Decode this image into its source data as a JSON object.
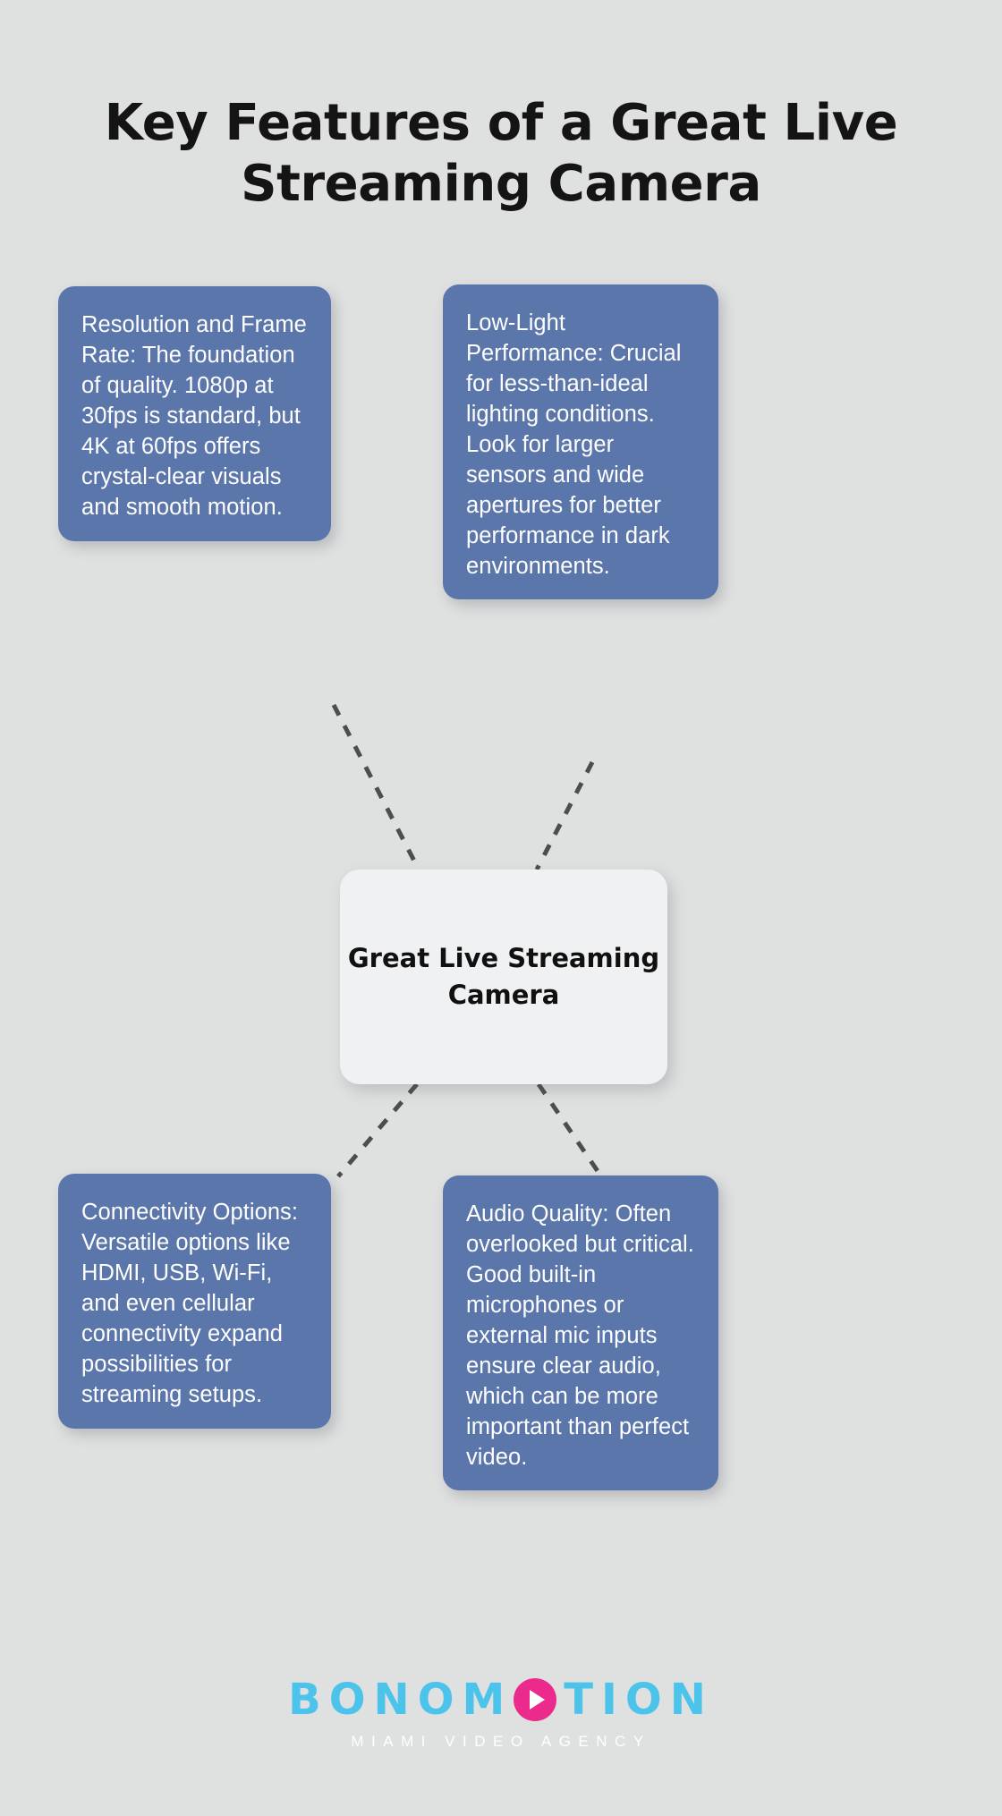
{
  "title": "Key Features of a Great Live Streaming Camera",
  "center": {
    "label": "Great Live Streaming Camera"
  },
  "nodes": [
    {
      "id": "resolution-and-frame-rate",
      "text": "Resolution and Frame Rate: The foundation of quality. 1080p at 30fps is standard, but 4K at 60fps offers crystal-clear visuals and smooth motion."
    },
    {
      "id": "low-light-performance",
      "text": "Low-Light Performance: Crucial for less-than-ideal lighting conditions. Look for larger sensors and wide apertures for better performance in dark environments."
    },
    {
      "id": "connectivity-options",
      "text": "Connectivity Options: Versatile options like HDMI, USB, Wi-Fi, and even cellular connectivity expand possibilities for streaming setups."
    },
    {
      "id": "audio-quality",
      "text": "Audio Quality: Often overlooked but critical. Good built-in microphones or external mic inputs ensure clear audio, which can be more important than perfect video."
    }
  ],
  "logo": {
    "word_pre": "BONOM",
    "word_post": "TION",
    "tagline": "MIAMI VIDEO AGENCY"
  },
  "colors": {
    "background": "#dfe0e0",
    "card": "#5b76ab",
    "center_card": "#f0f1f2",
    "title": "#141414",
    "card_text": "#ffffff",
    "connector": "#4d4d4d",
    "logo_blue": "#4cc3ea",
    "logo_pink": "#ec2a8c"
  }
}
